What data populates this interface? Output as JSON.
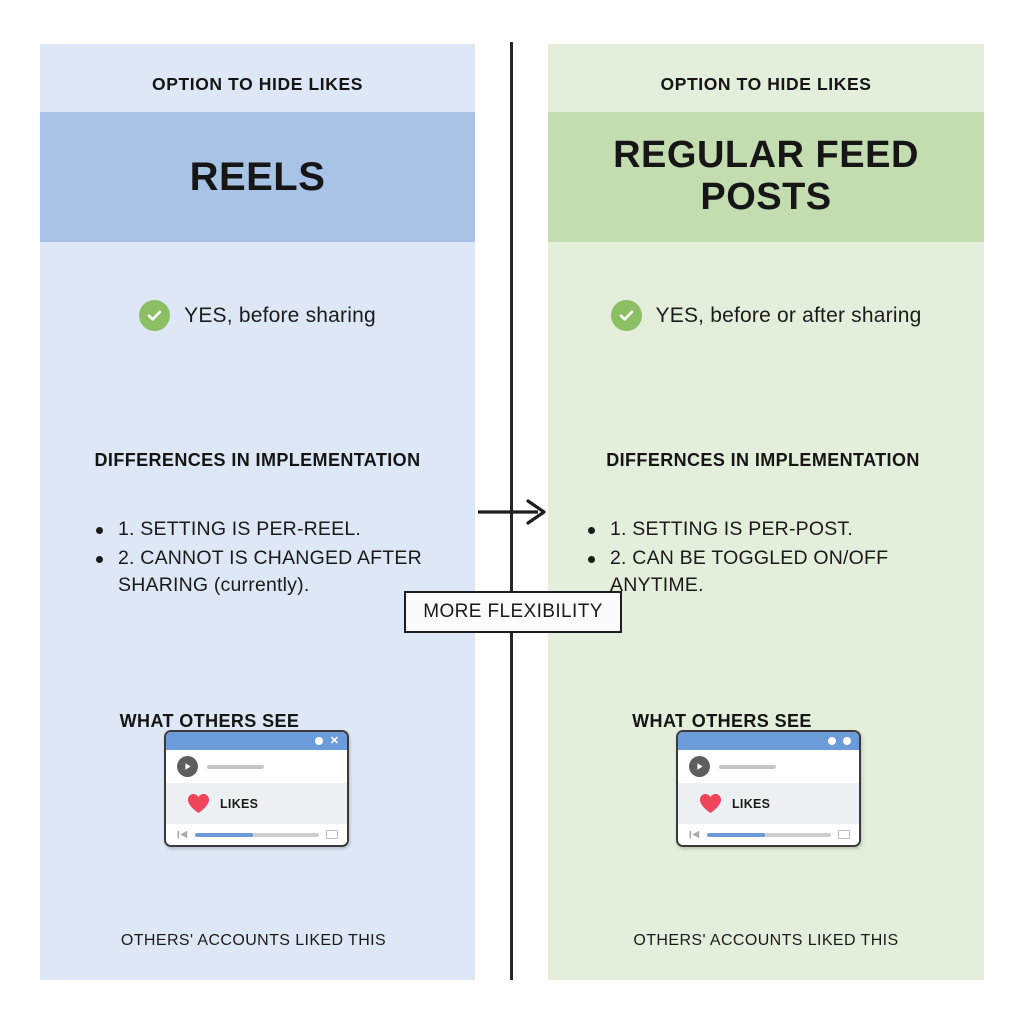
{
  "diagram": {
    "title": "Option to hide likes: Reels vs Regular Feed Posts comparison",
    "colors": {
      "left_panel_bg": "#dde7f5",
      "left_band_bg": "#a7c3e6",
      "right_panel_bg": "#e3eedb",
      "right_band_bg": "#c3dcb0",
      "check_green": "#8cbf63",
      "heart_red": "#f0465c",
      "player_titlebar_blue": "#6c9bd9",
      "divider": "#262626"
    }
  },
  "left": {
    "eyebrow": "OPTION TO HIDE LIKES",
    "title": "REELS",
    "yes_text": "YES, before sharing",
    "check_icon": "check-circle-icon",
    "impl_heading": "DIFFERENCES IN IMPLEMENTATION",
    "bullets": [
      "1. SETTING IS PER-REEL.",
      "2. CANNOT IS CHANGED AFTER SHARING (currently)."
    ],
    "sees_heading": "WHAT OTHERS SEE",
    "sees_footer": "OTHERS' ACCOUNTS LIKED THIS",
    "player": {
      "likes_label": "LIKES",
      "play_icon": "play-icon",
      "heart_icon": "heart-icon",
      "prev_icon": "skip-previous-icon",
      "fullscreen_icon": "fullscreen-icon",
      "titlebar_controls": [
        "minimize-dot",
        "close-x"
      ],
      "seek_progress": "47%"
    }
  },
  "right": {
    "eyebrow": "OPTION TO HIDE LIKES",
    "title": "REGULAR FEED POSTS",
    "yes_text": "YES, before or after sharing",
    "check_icon": "check-circle-icon",
    "impl_heading": "DIFFERNCES IN IMPLEMENTATION",
    "bullets": [
      "1. SETTING IS PER-POST.",
      "2. CAN BE TOGGLED ON/OFF ANYTIME."
    ],
    "sees_heading": "WHAT OTHERS SEE",
    "sees_footer": "OTHERS' ACCOUNTS LIKED THIS",
    "player": {
      "likes_label": "LIKES",
      "play_icon": "play-icon",
      "heart_icon": "heart-icon",
      "prev_icon": "skip-previous-icon",
      "fullscreen_icon": "fullscreen-icon",
      "titlebar_controls": [
        "minimize-dot",
        "maximize-dot"
      ],
      "seek_progress": "47%"
    }
  },
  "center": {
    "arrow_icon": "arrow-right-icon",
    "chip_label": "MORE FLEXIBILITY"
  }
}
